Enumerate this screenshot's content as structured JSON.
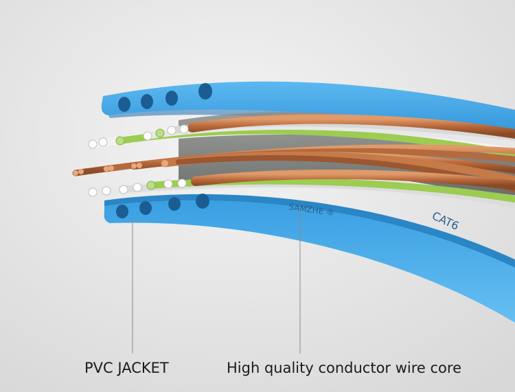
{
  "labels": {
    "jacket": "PVC JACKET",
    "core": "High quality conductor wire core"
  },
  "cable_print": {
    "brand": "SAMZHE ®",
    "category": "CAT6"
  },
  "colors": {
    "background": "#e6e6e6",
    "jacket": "#3ea3e3",
    "jacket_dark": "#2a86c6",
    "copper": "#c87b4a",
    "insulation_white": "#f2f2f2",
    "insulation_green": "#9ccc52",
    "leader_line": "#8a8a8a"
  }
}
